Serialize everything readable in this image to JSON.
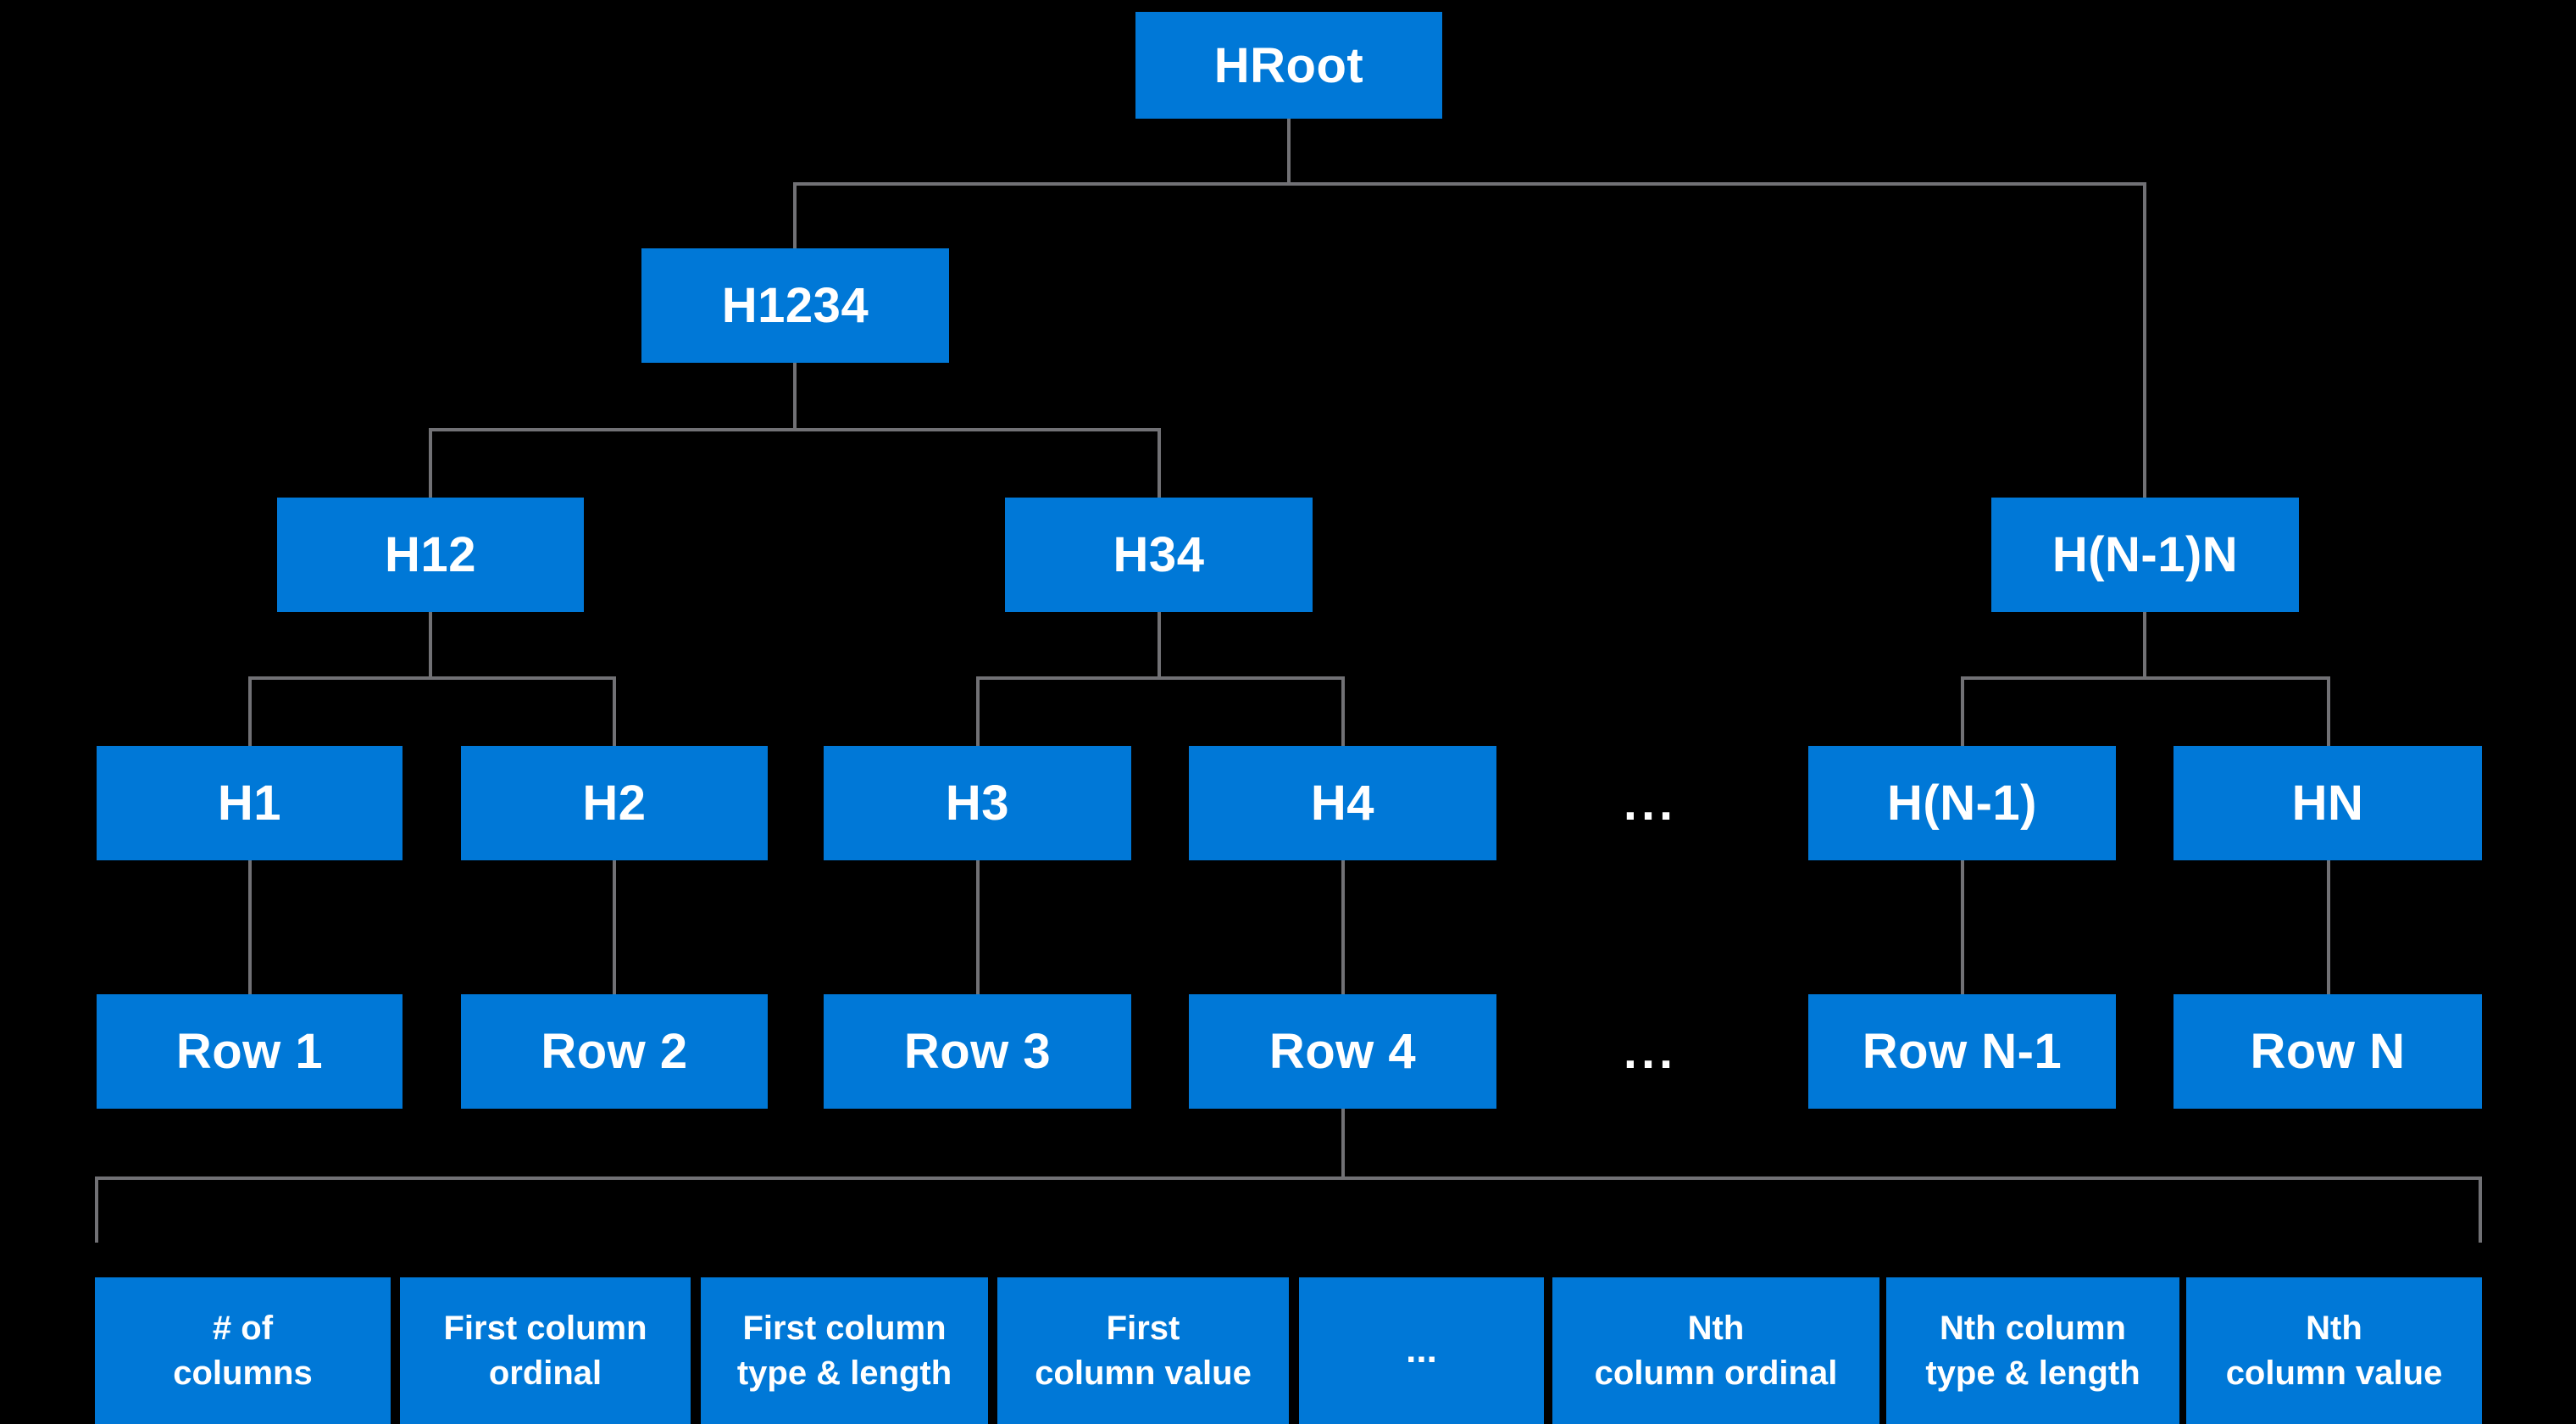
{
  "colors": {
    "background": "#000000",
    "node_fill": "#0078D7",
    "node_text": "#FFFFFF",
    "connector": "#717175"
  },
  "tree": {
    "hroot": {
      "label": "HRoot"
    },
    "h1234": {
      "label": "H1234"
    },
    "h12": {
      "label": "H12"
    },
    "h34": {
      "label": "H34"
    },
    "hn1n": {
      "label": "H(N-1)N"
    },
    "h1": {
      "label": "H1"
    },
    "h2": {
      "label": "H2"
    },
    "h3": {
      "label": "H3"
    },
    "h4": {
      "label": "H4"
    },
    "hn1": {
      "label": "H(N-1)"
    },
    "hn": {
      "label": "HN"
    },
    "row1": {
      "label": "Row 1"
    },
    "row2": {
      "label": "Row 2"
    },
    "row3": {
      "label": "Row 3"
    },
    "row4": {
      "label": "Row 4"
    },
    "rown1": {
      "label": "Row N-1"
    },
    "rown": {
      "label": "Row N"
    },
    "hash_level_ellipsis": "...",
    "row_level_ellipsis": "..."
  },
  "row_fields": [
    {
      "label": "# of\ncolumns"
    },
    {
      "label": "First column\nordinal"
    },
    {
      "label": "First column\ntype & length"
    },
    {
      "label": "First\ncolumn value"
    },
    {
      "label": "..."
    },
    {
      "label": "Nth\ncolumn ordinal"
    },
    {
      "label": "Nth column\ntype & length"
    },
    {
      "label": "Nth\ncolumn value"
    }
  ]
}
